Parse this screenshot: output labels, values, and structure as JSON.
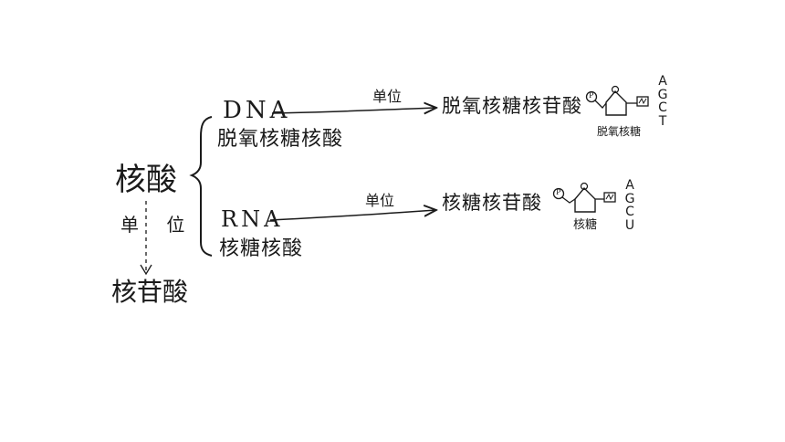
{
  "diagram": {
    "root": "核酸",
    "root_unit_label": "单 位",
    "root_product": "核苷酸",
    "dna": {
      "name": "DNA",
      "full_name": "脱氧核糖核酸",
      "unit_label": "单位",
      "monomer": "脱氧核糖核苷酸",
      "sugar_label": "脱氧核糖",
      "phosphate_letter": "P",
      "base_box_letter": "m",
      "bases": [
        "A",
        "G",
        "C",
        "T"
      ]
    },
    "rna": {
      "name": "RNA",
      "full_name": "核糖核酸",
      "unit_label": "单位",
      "monomer": "核糖核苷酸",
      "sugar_label": "核糖",
      "phosphate_letter": "P",
      "base_box_letter": "m",
      "bases": [
        "A",
        "G",
        "C",
        "U"
      ]
    }
  }
}
